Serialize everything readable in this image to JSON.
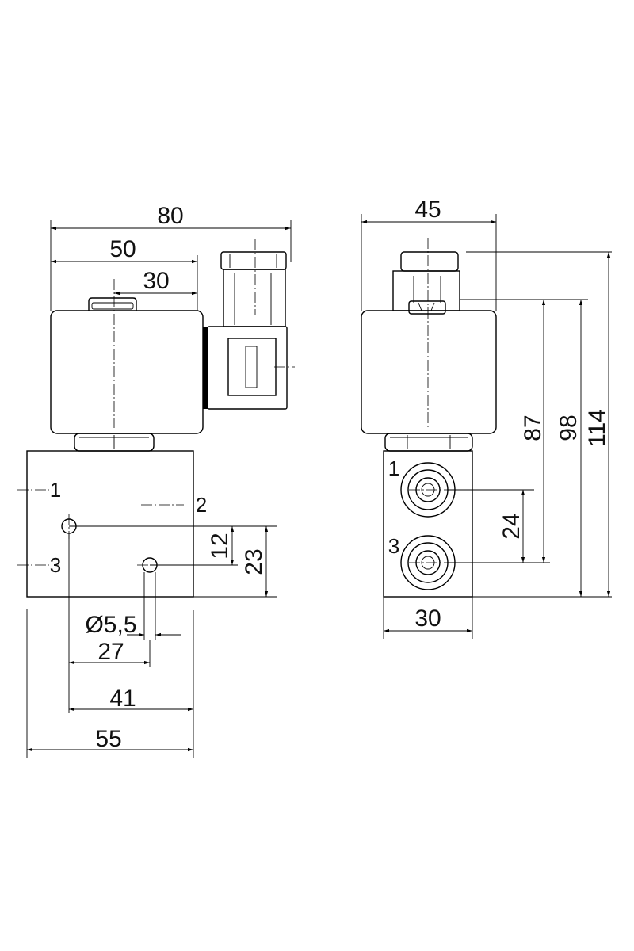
{
  "dimensions": {
    "overall_width": "80",
    "connector_offset": "50",
    "coil_center": "30",
    "side_width": "45",
    "height_87": "87",
    "height_98": "98",
    "height_114": "114",
    "port_spacing": "24",
    "side_body_width": "30",
    "hole_12": "12",
    "hole_23": "23",
    "hole_diameter": "Ø5,5",
    "hole_27": "27",
    "hole_41": "41",
    "body_width": "55"
  },
  "ports": {
    "front_1": "1",
    "front_2": "2",
    "front_3": "3",
    "side_1": "1",
    "side_3": "3"
  }
}
